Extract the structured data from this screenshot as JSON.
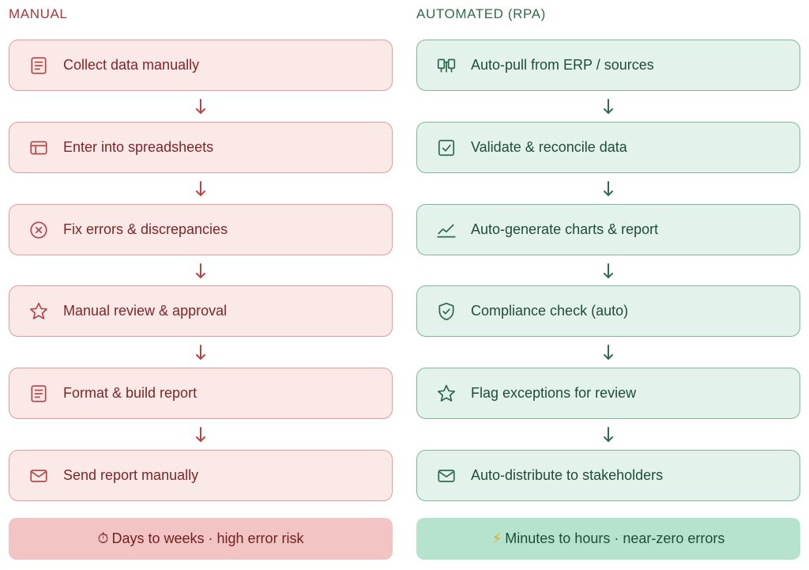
{
  "manual": {
    "title": "MANUAL",
    "steps": [
      {
        "label": "Collect data manually",
        "icon": "document-icon"
      },
      {
        "label": "Enter into spreadsheets",
        "icon": "spreadsheet-icon"
      },
      {
        "label": "Fix errors & discrepancies",
        "icon": "x-circle-icon"
      },
      {
        "label": "Manual review & approval",
        "icon": "star-icon"
      },
      {
        "label": "Format & build report",
        "icon": "document-icon"
      },
      {
        "label": "Send report manually",
        "icon": "mail-icon"
      }
    ],
    "summary": {
      "glyph": "⏱",
      "text": "Days to weeks · high error risk"
    }
  },
  "automated": {
    "title": "AUTOMATED (RPA)",
    "steps": [
      {
        "label": "Auto-pull from ERP / sources",
        "icon": "database-sources-icon"
      },
      {
        "label": "Validate & reconcile data",
        "icon": "check-square-icon"
      },
      {
        "label": "Auto-generate charts & report",
        "icon": "line-chart-icon"
      },
      {
        "label": "Compliance check (auto)",
        "icon": "shield-check-icon"
      },
      {
        "label": "Flag exceptions for review",
        "icon": "star-icon"
      },
      {
        "label": "Auto-distribute to stakeholders",
        "icon": "mail-icon"
      }
    ],
    "summary": {
      "glyph": "⚡",
      "text": "Minutes to hours · near-zero errors"
    }
  },
  "colors": {
    "manual_fill": "#fbe9e8",
    "manual_border": "#e39a98",
    "manual_summary": "#f2c4c3",
    "auto_fill": "#e3f3ec",
    "auto_border": "#7fb798",
    "auto_summary": "#b5e3cd"
  }
}
